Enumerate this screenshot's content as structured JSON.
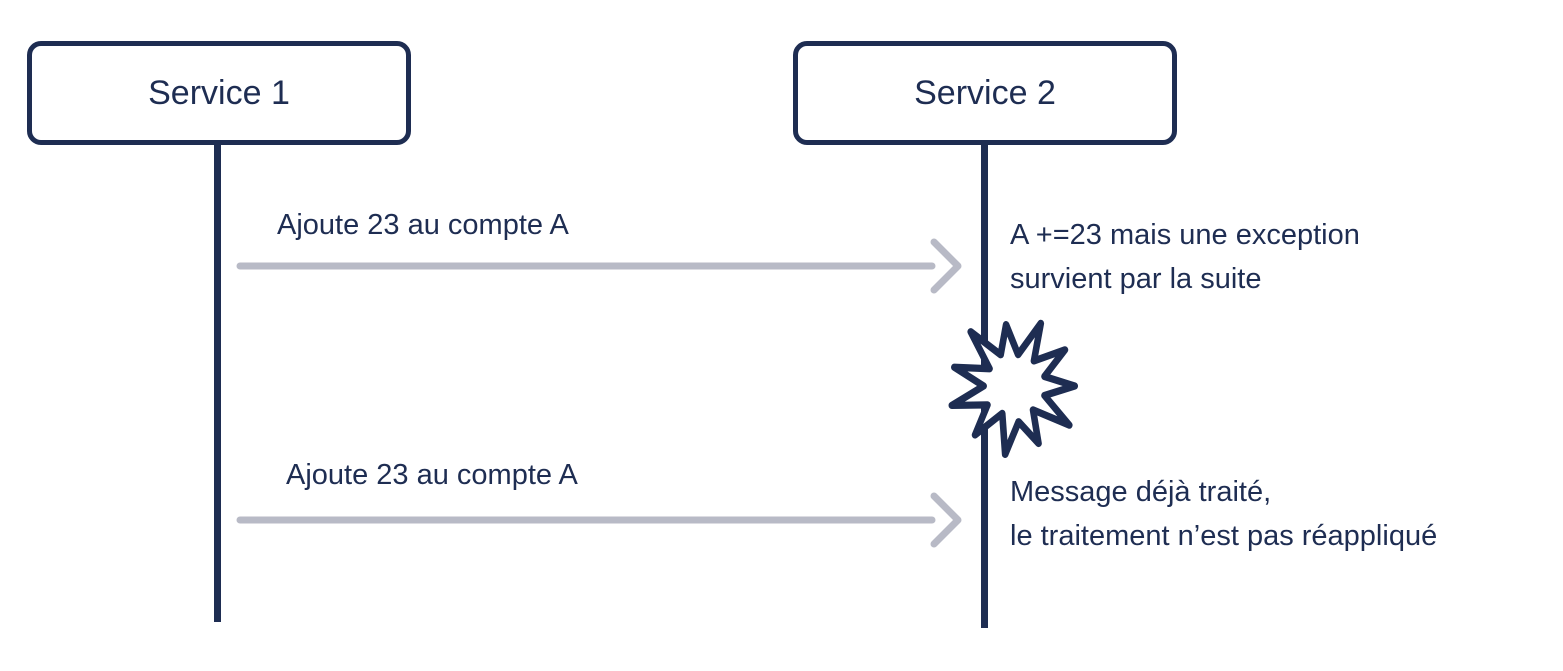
{
  "diagram": {
    "type": "sequence-diagram",
    "actors": [
      {
        "label": "Service 1"
      },
      {
        "label": "Service 2"
      }
    ],
    "messages": [
      {
        "from": "Service 1",
        "to": "Service 2",
        "label": "Ajoute 23 au compte A",
        "note_lines": [
          "A +=23 mais une exception",
          "survient par la suite"
        ]
      },
      {
        "from": "Service 1",
        "to": "Service 2",
        "label": "Ajoute 23 au compte A",
        "note_lines": [
          "Message déjà traité,",
          "le traitement n’est pas réappliqué"
        ]
      }
    ],
    "icons": [
      {
        "name": "explosion-icon",
        "meaning": "exception occurs on Service 2 lifeline"
      }
    ],
    "colors": {
      "navy": "#1e2d52",
      "arrow_gray": "#b8bac6",
      "background": "#ffffff"
    }
  }
}
